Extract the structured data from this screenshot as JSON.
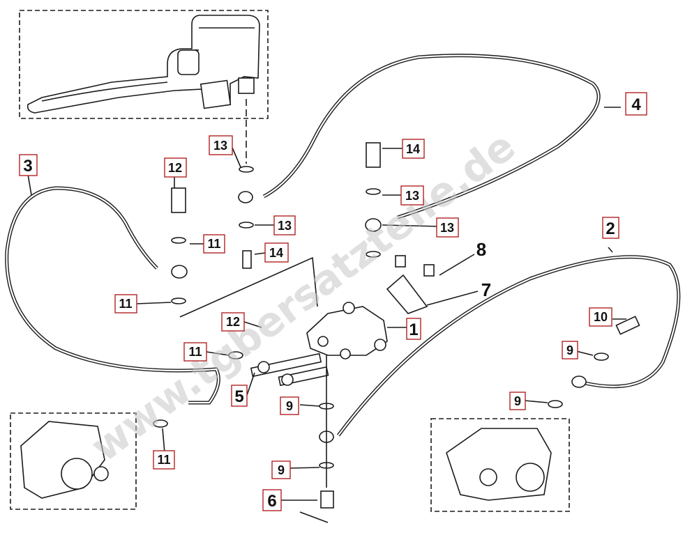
{
  "watermark": "www.tgbersatzteile.de",
  "callouts": [
    {
      "id": "c1",
      "text": "1",
      "boxed": true
    },
    {
      "id": "c2",
      "text": "2",
      "boxed": true
    },
    {
      "id": "c3",
      "text": "3",
      "boxed": true
    },
    {
      "id": "c4",
      "text": "4",
      "boxed": true
    },
    {
      "id": "c5",
      "text": "5",
      "boxed": true
    },
    {
      "id": "c6",
      "text": "6",
      "boxed": true
    },
    {
      "id": "c7",
      "text": "7",
      "boxed": false
    },
    {
      "id": "c8",
      "text": "8",
      "boxed": false
    },
    {
      "id": "c9a",
      "text": "9",
      "boxed": true
    },
    {
      "id": "c9b",
      "text": "9",
      "boxed": true
    },
    {
      "id": "c9c",
      "text": "9",
      "boxed": true
    },
    {
      "id": "c9d",
      "text": "9",
      "boxed": true
    },
    {
      "id": "c10",
      "text": "10",
      "boxed": true
    },
    {
      "id": "c11a",
      "text": "11",
      "boxed": true
    },
    {
      "id": "c11b",
      "text": "11",
      "boxed": true
    },
    {
      "id": "c11c",
      "text": "11",
      "boxed": true
    },
    {
      "id": "c11d",
      "text": "11",
      "boxed": true
    },
    {
      "id": "c12a",
      "text": "12",
      "boxed": true
    },
    {
      "id": "c12b",
      "text": "12",
      "boxed": true
    },
    {
      "id": "c13a",
      "text": "13",
      "boxed": true
    },
    {
      "id": "c13b",
      "text": "13",
      "boxed": true
    },
    {
      "id": "c13c",
      "text": "13",
      "boxed": true
    },
    {
      "id": "c13d",
      "text": "13",
      "boxed": true
    },
    {
      "id": "c14a",
      "text": "14",
      "boxed": true
    },
    {
      "id": "c14b",
      "text": "14",
      "boxed": true
    }
  ],
  "colors": {
    "line": "#1a1a1a",
    "callout_border": "#b22222",
    "watermark": "#c8c8c8"
  }
}
